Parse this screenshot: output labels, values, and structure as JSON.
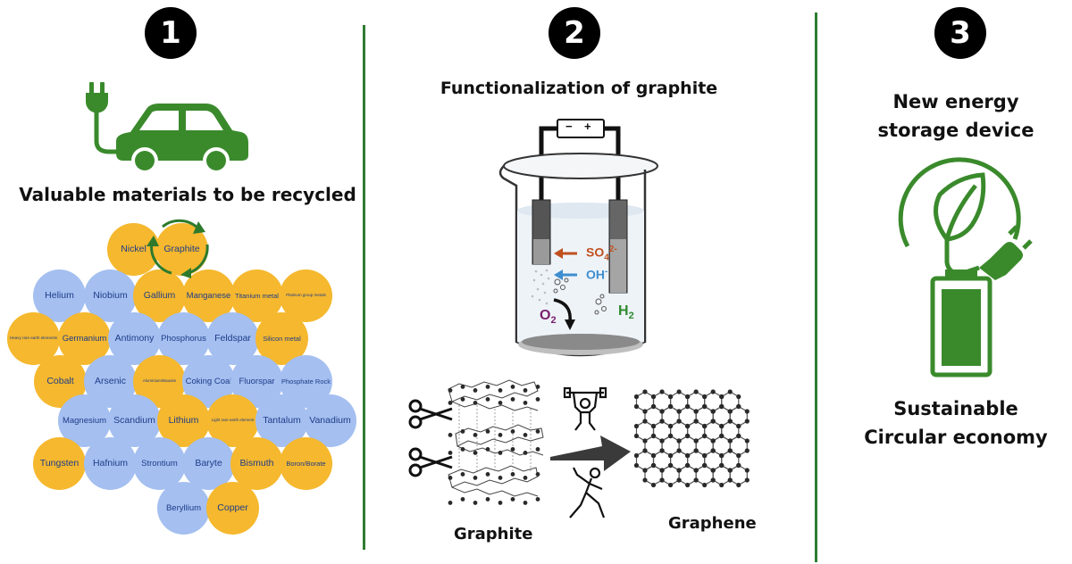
{
  "steps": [
    {
      "number": "1",
      "title": "Valuable materials to be recycled"
    },
    {
      "number": "2",
      "title": "Functionalization of graphite"
    },
    {
      "number": "3",
      "title_line1": "New energy",
      "title_line2": "storage device",
      "caption_line1": "Sustainable",
      "caption_line2": "Circular economy"
    }
  ],
  "materials": [
    {
      "label": "Nickel",
      "type": "orange"
    },
    {
      "label": "Graphite",
      "type": "orange"
    },
    {
      "label": "Helium",
      "type": "blue"
    },
    {
      "label": "Niobium",
      "type": "blue"
    },
    {
      "label": "Gallium",
      "type": "orange"
    },
    {
      "label": "Manganese",
      "type": "orange"
    },
    {
      "label": "Titanium metal",
      "type": "orange"
    },
    {
      "label": "Platinum group metals",
      "type": "orange"
    },
    {
      "label": "Heavy rare earth elements",
      "type": "orange"
    },
    {
      "label": "Germanium",
      "type": "orange"
    },
    {
      "label": "Antimony",
      "type": "blue"
    },
    {
      "label": "Phosphorus",
      "type": "blue"
    },
    {
      "label": "Feldspar",
      "type": "blue"
    },
    {
      "label": "Silicon metal",
      "type": "orange"
    },
    {
      "label": "Cobalt",
      "type": "orange"
    },
    {
      "label": "Arsenic",
      "type": "blue"
    },
    {
      "label": "Aluminium/Bauxite",
      "type": "orange"
    },
    {
      "label": "Coking Coal",
      "type": "blue"
    },
    {
      "label": "Fluorspar",
      "type": "blue"
    },
    {
      "label": "Phosphate Rock",
      "type": "blue"
    },
    {
      "label": "Magnesium",
      "type": "blue"
    },
    {
      "label": "Scandium",
      "type": "blue"
    },
    {
      "label": "Lithium",
      "type": "orange"
    },
    {
      "label": "Light rare earth element",
      "type": "orange"
    },
    {
      "label": "Tantalum",
      "type": "blue"
    },
    {
      "label": "Vanadium",
      "type": "blue"
    },
    {
      "label": "Tungsten",
      "type": "orange"
    },
    {
      "label": "Hafnium",
      "type": "blue"
    },
    {
      "label": "Strontium",
      "type": "blue"
    },
    {
      "label": "Baryte",
      "type": "blue"
    },
    {
      "label": "Bismuth",
      "type": "orange"
    },
    {
      "label": "Boron/Borate",
      "type": "orange"
    },
    {
      "label": "Beryllium",
      "type": "blue"
    },
    {
      "label": "Copper",
      "type": "orange"
    }
  ],
  "electrolysis": {
    "battery_minus": "−",
    "battery_plus": "+",
    "sulfate": "SO",
    "sulfate_sub": "4",
    "sulfate_sup": "2-",
    "hydroxide": "OH",
    "hydroxide_sup": "-",
    "oxygen": "O",
    "oxygen_sub": "2",
    "hydrogen": "H",
    "hydrogen_sub": "2"
  },
  "exfoliation": {
    "graphite_label": "Graphite",
    "graphene_label": "Graphene"
  },
  "colors": {
    "green": "#2e7d32",
    "icon_green": "#3a8a2c",
    "orange": "#f5b82e",
    "blue": "#a4bff0",
    "sulfate": "#c0501f",
    "hydroxide": "#3e8ed0",
    "oxygen": "#7a1f6e",
    "hydrogen": "#2e8b2e"
  }
}
